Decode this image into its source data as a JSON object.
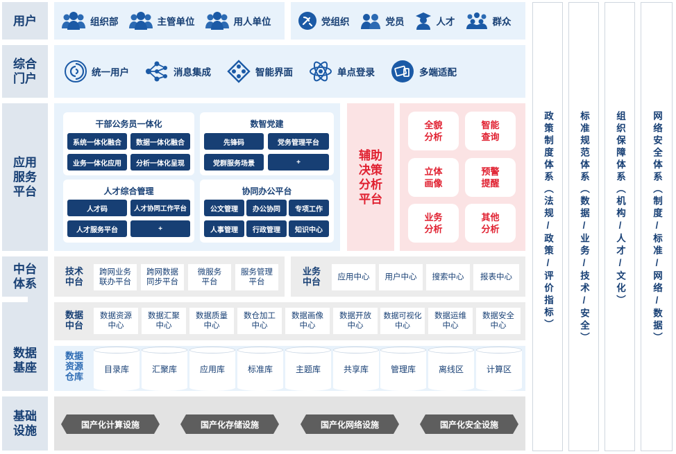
{
  "layers": {
    "users": "用户",
    "portal": "综合门户",
    "app": "应用服务平台",
    "middle": "中台体系",
    "data": "数据基座",
    "infra": "基础设施"
  },
  "users": {
    "left": [
      {
        "label": "组织部",
        "icon": "people-group-icon"
      },
      {
        "label": "主管单位",
        "icon": "people-group-icon"
      },
      {
        "label": "用人单位",
        "icon": "people-group-icon"
      }
    ],
    "right": [
      {
        "label": "党组织",
        "icon": "party-emblem-icon"
      },
      {
        "label": "党员",
        "icon": "two-people-icon"
      },
      {
        "label": "人才",
        "icon": "graduate-icon"
      },
      {
        "label": "群众",
        "icon": "crowd-icon"
      }
    ]
  },
  "portal": [
    {
      "label": "统一用户",
      "icon": "spiral-icon"
    },
    {
      "label": "消息集成",
      "icon": "network-nodes-icon"
    },
    {
      "label": "智能界面",
      "icon": "diamond-grid-icon"
    },
    {
      "label": "单点登录",
      "icon": "atom-icon"
    },
    {
      "label": "多端适配",
      "icon": "devices-icon"
    }
  ],
  "app": {
    "cards": [
      {
        "title": "干部公务员一体化",
        "items": [
          "系统一体化融合",
          "数据一体化融合",
          "业务一体化应用",
          "分析一体化呈现"
        ]
      },
      {
        "title": "数智党建",
        "items": [
          "先锋码",
          "党务管理平台",
          "党群服务场景",
          "+"
        ]
      },
      {
        "title": "人才综合管理",
        "items": [
          "人才码",
          "人才协同工作平台",
          "人才服务平台",
          "+"
        ]
      },
      {
        "title": "协同办公平台",
        "items": [
          "公文管理",
          "办公协同",
          "专项工作",
          "人事管理",
          "行政管理",
          "知识中心"
        ]
      }
    ],
    "decision": "辅助决策分析平台",
    "analysis": [
      {
        "line1": "全貌",
        "line2": "分析"
      },
      {
        "line1": "智能",
        "line2": "查询"
      },
      {
        "line1": "立体",
        "line2": "画像"
      },
      {
        "line1": "预警",
        "line2": "提醒"
      },
      {
        "line1": "业务",
        "line2": "分析"
      },
      {
        "line1": "其他",
        "line2": "分析"
      }
    ]
  },
  "tech_mid": {
    "title": "技术中台",
    "items": [
      {
        "line1": "跨网业务",
        "line2": "联办平台"
      },
      {
        "line1": "跨网数据",
        "line2": "同步平台"
      },
      {
        "line1": "微服务",
        "line2": "平台"
      },
      {
        "line1": "服务管理",
        "line2": "平台"
      }
    ]
  },
  "biz_mid": {
    "title": "业务中台",
    "items": [
      "应用中心",
      "用户中心",
      "搜索中心",
      "报表中心"
    ]
  },
  "data_mid": {
    "title": "数据中台",
    "items": [
      {
        "line1": "数据资源",
        "line2": "中心"
      },
      {
        "line1": "数据汇聚",
        "line2": "中心"
      },
      {
        "line1": "数据质量",
        "line2": "中心"
      },
      {
        "line1": "数仓加工",
        "line2": "中心"
      },
      {
        "line1": "数据画像",
        "line2": "中心"
      },
      {
        "line1": "数据开放",
        "line2": "中心"
      },
      {
        "line1": "数据可视化",
        "line2": "中心"
      },
      {
        "line1": "数据运维",
        "line2": "中心"
      },
      {
        "line1": "数据安全",
        "line2": "中心"
      }
    ]
  },
  "warehouse": {
    "title": "数据资源仓库",
    "items": [
      "目录库",
      "汇聚库",
      "应用库",
      "标准库",
      "主题库",
      "共享库",
      "管理库",
      "离线区",
      "计算区"
    ]
  },
  "infra_items": [
    "国产化计算设施",
    "国产化存储设施",
    "国产化网络设施",
    "国产化安全设施"
  ],
  "side_columns": [
    "政策制度体系（法规/政策/评价指标）",
    "标准规范体系（数据/业务/技术/安全）",
    "组织保障体系（机构/人才/文化）",
    "网络安全体系（制度/标准/网络/数据）"
  ],
  "colors": {
    "navy": "#173f74",
    "red": "#e02030",
    "panel": "#e8f2fb",
    "label": "#dfe6ee",
    "pink": "#fbe3e4"
  }
}
